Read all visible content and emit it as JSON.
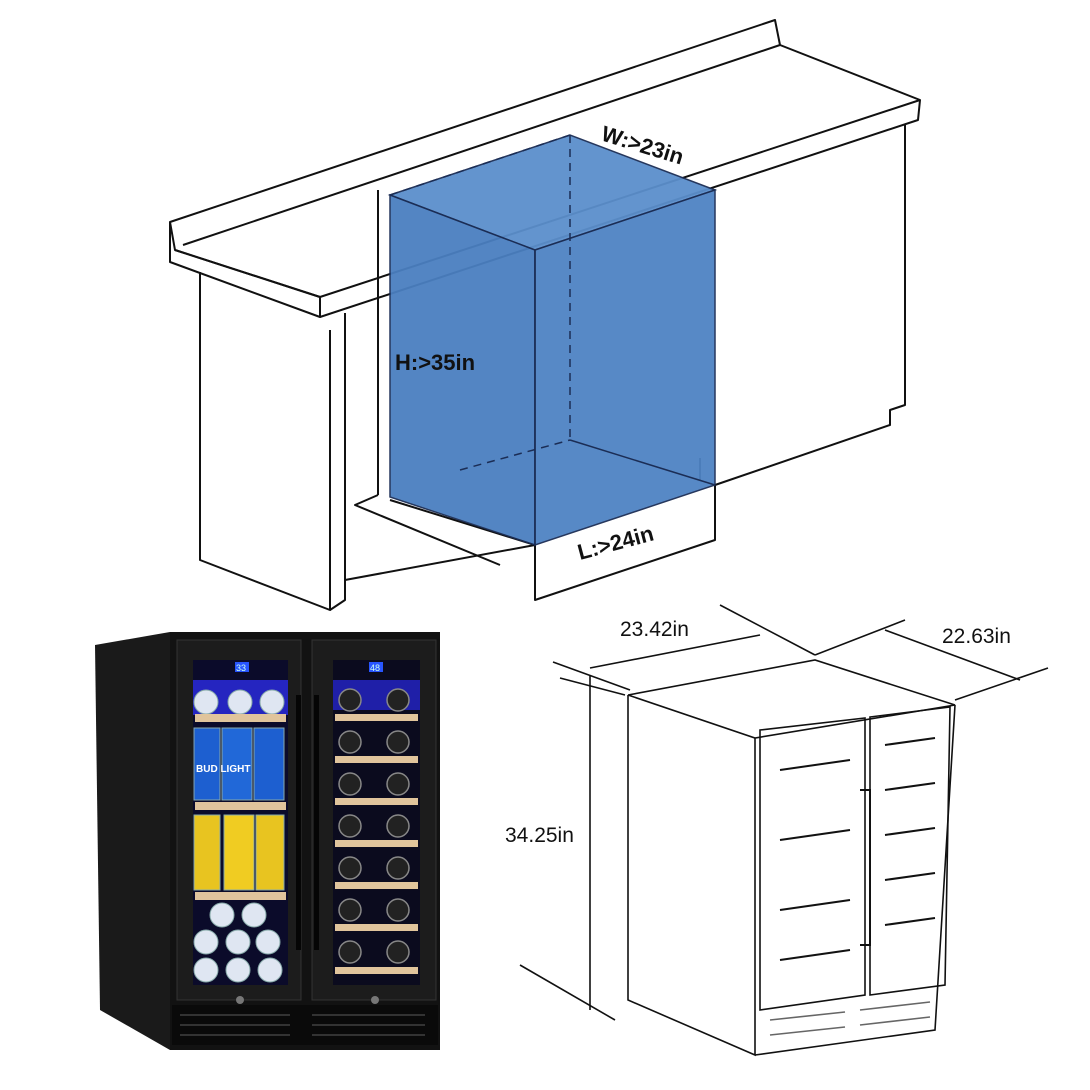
{
  "install_diagram": {
    "width_label": "W:>23in",
    "height_label": "H:>35in",
    "length_label": "L:>24in",
    "cutout_color": "#4a7fc0"
  },
  "product_photo": {
    "left_display": "33",
    "right_display": "48",
    "can_brand": "BUD LIGHT"
  },
  "dimension_drawing": {
    "width_label": "23.42in",
    "depth_label": "22.63in",
    "height_label": "34.25in"
  }
}
